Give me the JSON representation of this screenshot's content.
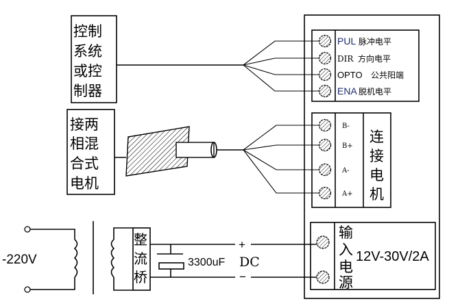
{
  "controller_box": {
    "lines": [
      "控制",
      "系统",
      "或控",
      "制器"
    ]
  },
  "motor_box": {
    "lines": [
      "接两",
      "相混",
      "合式",
      "电机"
    ]
  },
  "signal_terminals": [
    {
      "code": "PUL",
      "desc": "脉冲电平"
    },
    {
      "code": "DIR",
      "desc": "方向电平"
    },
    {
      "code": "OPTO",
      "desc": "公共阳端"
    },
    {
      "code": "ENA",
      "desc": "脱机电平"
    }
  ],
  "motor_terminals": [
    {
      "code": "B-"
    },
    {
      "code": "B+"
    },
    {
      "code": "A-"
    },
    {
      "code": "A+"
    }
  ],
  "motor_terminal_caption": [
    "连",
    "接",
    "电",
    "机"
  ],
  "power_terminal_caption": [
    "输",
    "入",
    "电",
    "源"
  ],
  "power_spec": "12V-30V/2A",
  "ac_input": "-220V",
  "rectifier": [
    "整",
    "流",
    "桥"
  ],
  "capacitor": "3300uF",
  "dc_label": "DC",
  "polarity": {
    "plus": "+",
    "minus": "−"
  },
  "colors": {
    "line": "#000000",
    "signal_label": "#1a2a6c"
  }
}
